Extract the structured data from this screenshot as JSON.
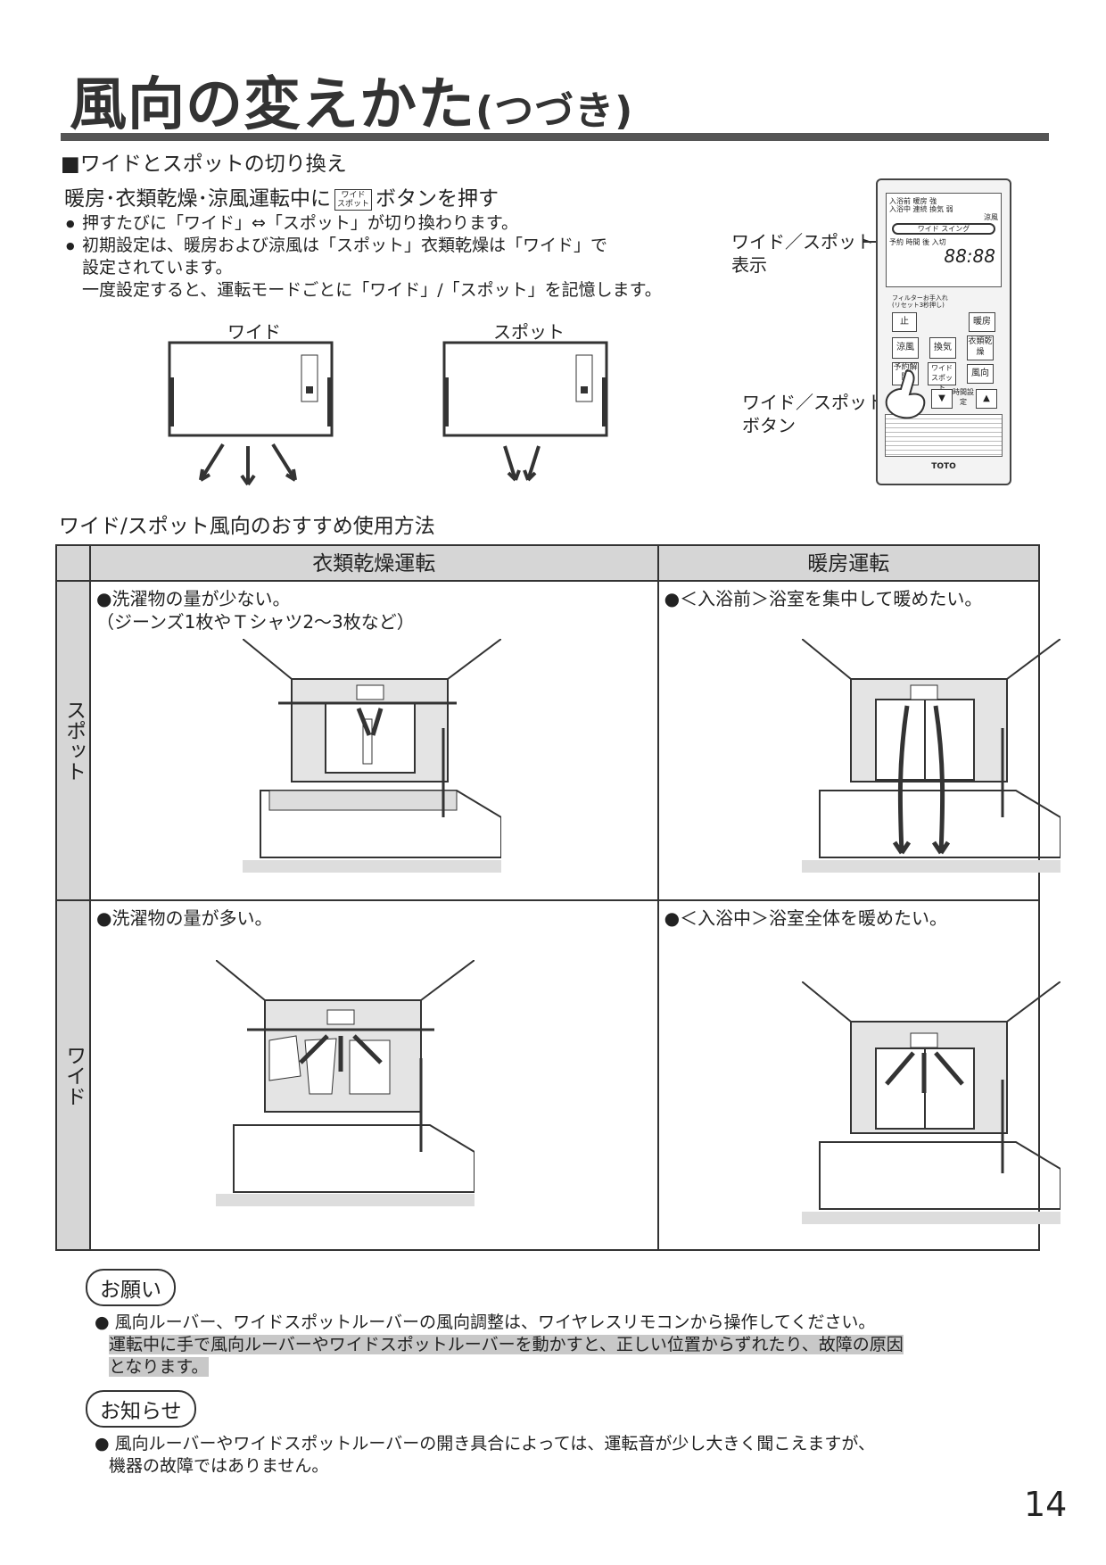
{
  "page": {
    "title": "風向の変えかた",
    "title_suffix": "(つづき)",
    "section_heading": "■ワイドとスポットの切り換え",
    "instruction_pre": "暖房･衣類乾燥･涼風運転中に",
    "instruction_key_top": "ワイド",
    "instruction_key_bottom": "スポット",
    "instruction_post": "ボタンを押す",
    "bullets": [
      "押すたびに「ワイド」⇔「スポット」が切り換わります。",
      "初期設定は、暖房および涼風は「スポット」衣類乾燥は「ワイド」で"
    ],
    "bullet_cont": [
      "設定されています。",
      "一度設定すると、運転モードごとに「ワイド」/「スポット」を記憶します。"
    ],
    "diagram_wide_label": "ワイド",
    "diagram_spot_label": "スポット",
    "remote": {
      "callout_display": [
        "ワイド／スポット",
        "表示"
      ],
      "callout_button": [
        "ワイド／スポット",
        "ボタン"
      ],
      "lcd_top": [
        "入浴前 暖房 強",
        "入浴中 連続 換気 弱",
        "涼風"
      ],
      "lcd_indicator": "ワイド スイング",
      "lcd_time_label": "予約 時間 後 入切",
      "lcd_digits": "88:88",
      "filter_note": [
        "フィルターお手入れ",
        "(リセット3秒押し)"
      ],
      "buttons": {
        "stop": "止",
        "heat": "暖房",
        "cool": "涼風",
        "vent": "換気",
        "dry": "衣類乾燥",
        "reserve": "予約解除",
        "wide_spot": "ワイドスポット",
        "direction": "風向",
        "down": "▼",
        "time_set": "時間設定",
        "up": "▲"
      },
      "brand": "TOTO"
    },
    "table_title": "ワイド/スポット風向のおすすめ使用方法",
    "table": {
      "col_headers": [
        "衣類乾燥運転",
        "暖房運転"
      ],
      "row_headers": [
        "スポット",
        "ワイド"
      ],
      "cells": [
        [
          "●洗濯物の量が少ない。\n（ジーンズ1枚やＴシャツ2～3枚など）",
          "●＜入浴前＞浴室を集中して暖めたい。"
        ],
        [
          "●洗濯物の量が多い。",
          "●＜入浴中＞浴室全体を暖めたい。"
        ]
      ]
    },
    "request": {
      "heading": "お願い",
      "line1": "風向ルーバー、ワイドスポットルーバーの風向調整は、ワイヤレスリモコンから操作してください。",
      "line2": "運転中に手で風向ルーバーやワイドスポットルーバーを動かすと、正しい位置からずれたり、故障の原因",
      "line3": "となります。"
    },
    "notice": {
      "heading": "お知らせ",
      "line1": "風向ルーバーやワイドスポットルーバーの開き具合によっては、運転音が少し大きく聞こえますが、",
      "line2": "機器の故障ではありません。"
    },
    "page_number": "14"
  }
}
